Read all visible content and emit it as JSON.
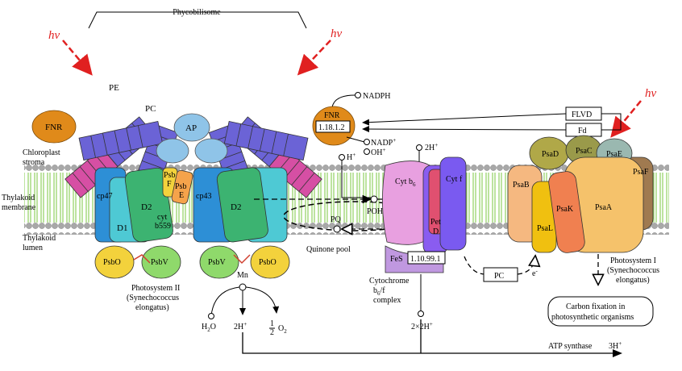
{
  "colors": {
    "pe": "#d64fa4",
    "pc": "#6b63d6",
    "fnr": "#e08a1a",
    "ap": "#8fc4e8",
    "green_d": "#3cb371",
    "cyan": "#4ec9d4",
    "blue": "#2d8fd6",
    "yellow": "#f3d23c",
    "lipid_green": "#b5e08a",
    "red_arrow": "#e02020",
    "cytb6": "#e8a0e0",
    "cytf": "#8a5cf0",
    "pet": "#e05070",
    "psaa": "#f5c26b",
    "psak": "#f08050",
    "psal": "#f0c010",
    "psac": "#9a9a4a",
    "psad": "#b0a848",
    "psae": "#9ab8b0",
    "psaf": "#a07a50",
    "psab": "#f5b880"
  },
  "labels": {
    "phycobilisome": "Phycobilisome",
    "hv": "hν",
    "pe": "PE",
    "pc": "PC",
    "ap": "AP",
    "fnr_left": "FNR",
    "chloroplast_stroma": "Chloroplast stroma",
    "chloroplast_line1": "Chloroplast",
    "chloroplast_line2": "stroma",
    "thylakoid_membrane_1": "Thylakoid",
    "thylakoid_membrane_2": "membrane",
    "thylakoid_lumen_1": "Thylakoid",
    "thylakoid_lumen_2": "lumen",
    "cp47": "cp47",
    "cp43": "cp43",
    "d2_left": "D2",
    "d1": "D1",
    "d2_right": "D2",
    "psbf_1": "Psb",
    "psbf_2": "F",
    "psbe_1": "Psb",
    "psbe_2": "E",
    "cyt_1": "cyt",
    "cyt_2": "b559",
    "psbo_left": "PsbO",
    "psbv_left": "PsbV",
    "psbv_right": "PsbV",
    "psbo_right": "PsbO",
    "mn": "Mn",
    "psii_1": "Photosystem II",
    "psii_2": "(Synechococcus",
    "psii_3": "elongatus)",
    "h2o": "H",
    "h2o_sub": "2",
    "h2o_o": "O",
    "two_h": "2H",
    "plus": "+",
    "half": "1",
    "half_den": "2",
    "o2": "O",
    "o2_sub": "2",
    "nadph": "NADPH",
    "fnr_mid": "FNR",
    "ec_fnr": "1.18.1.2",
    "nadp": "NADP",
    "oh": "OH",
    "h_plus": "H",
    "two_h_top": "2H",
    "pq": "PQ",
    "poh2": "POH",
    "poh2_sub": "2",
    "quinone_pool": "Quinone pool",
    "cytb6": "Cyt b",
    "cytb6_sub": "6",
    "cytf": "Cyt f",
    "pet_1": "Pet",
    "pet_2": "D",
    "fes": "FeS",
    "ec_cyt": "1.10.99.1",
    "cyto_1": "Cytochrome",
    "cyto_2": "b",
    "cyto_2_sub": "6",
    "cyto_2_end": "/f",
    "cyto_3": "complex",
    "twox2h": "2×2H",
    "pc_box": "PC",
    "e_minus": "e",
    "flvd": "FLVD",
    "fd": "Fd",
    "psad": "PsaD",
    "psac": "PsaC",
    "psae": "PsaE",
    "psaf": "PsaF",
    "psab": "PsaB",
    "psal": "PsaL",
    "psak": "PsaK",
    "psaa": "PsaA",
    "psi_1": "Photosystem I",
    "psi_2": "(Synechococcus",
    "psi_3": "elongatus)",
    "carbon_1": "Carbon fixation in",
    "carbon_2": "photosynthetic organisms",
    "atp": "ATP synthase",
    "three_h": "3H"
  }
}
